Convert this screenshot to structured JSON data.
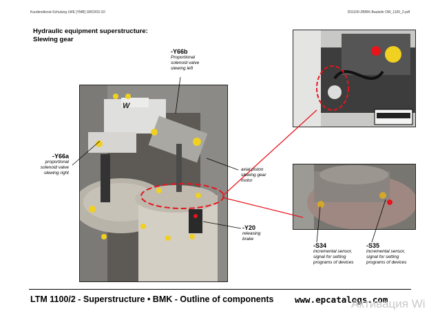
{
  "header": {
    "left": "Kundendienst-Schulung LWE [YMB] 18/02/03-1D",
    "right": "D31100-ZB/BK-Bauteile OW_1100_2.pdf"
  },
  "title": {
    "line1": "Hydraulic equipment superstructure:",
    "line2": "Slewing gear"
  },
  "labels": {
    "y66b": {
      "code": "-Y66b",
      "desc": [
        "Proportional",
        "solenoid valve",
        "slewing left"
      ]
    },
    "y66a": {
      "code": "-Y66a",
      "desc": [
        "proportional",
        "solenoid valve",
        "slewing right"
      ]
    },
    "motor": {
      "desc": [
        "axial piston",
        "slewing gear",
        "motor"
      ]
    },
    "y20": {
      "code": "-Y20",
      "desc": [
        "releasing",
        "brake"
      ]
    },
    "s34": {
      "code": "-S34",
      "desc": [
        "incremental sensor,",
        "signal for setting",
        "programs of devices"
      ]
    },
    "s35": {
      "code": "-S35",
      "desc": [
        "incremental sensor,",
        "signal for setting",
        "programs of devices"
      ]
    }
  },
  "photo_text": "W",
  "footer": "LTM 1100/2 - Superstructure • BMK - Outline of components",
  "website": "www.epcatalogs.com",
  "watermark": "Активация Wi",
  "colors": {
    "highlight": "#e8141c",
    "pointer": "#000000"
  }
}
